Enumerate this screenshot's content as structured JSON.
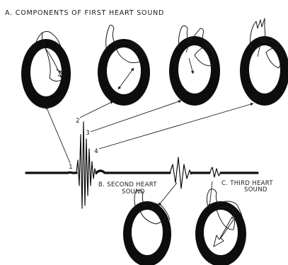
{
  "title": "A. COMPONENTS OF FIRST HEART SOUND",
  "components": {
    "c1": "1",
    "c2": "2",
    "c3": "3",
    "c4": "4"
  },
  "second_heart_sound": {
    "line1": "B. SECOND HEART",
    "line2": "SOUND"
  },
  "third_heart_sound": {
    "line1": "C. THIRD HEART",
    "line2": "SOUND"
  }
}
